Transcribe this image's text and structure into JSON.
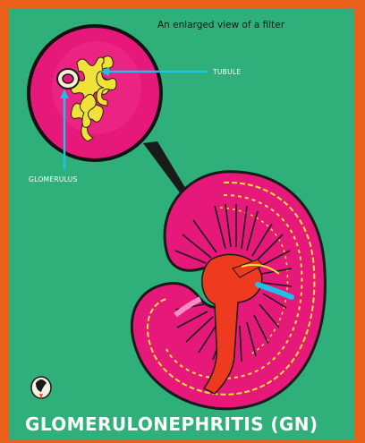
{
  "caption": "An enlarged view of a filter",
  "labels": {
    "tubule": "TUBULE",
    "glomerulus": "GLOMERULUS"
  },
  "title": "GLOMERULONEPHRITIS (GN)",
  "colors": {
    "frame": "#e8601a",
    "background": "#2fb07a",
    "kidney": "#e6187a",
    "vessel": "#ee3b1f",
    "tubule": "#f0e23a",
    "pointer": "#1ec0e8"
  }
}
